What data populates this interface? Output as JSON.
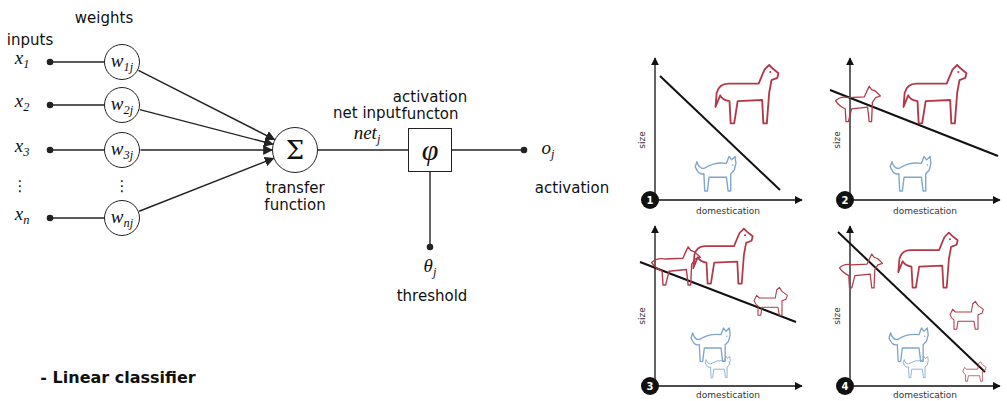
{
  "diagram": {
    "nodes": [
      {
        "text": [
          "w1j"
        ]
      },
      {
        "text": [
          "w2j"
        ]
      },
      {
        "text": [
          "w3j"
        ]
      },
      {
        "text": [
          "wnj"
        ]
      },
      {
        "text": [
          "Σ",
          "transfer function"
        ]
      },
      {
        "text": [
          "activation functon",
          "φ"
        ]
      }
    ],
    "edges": [
      {
        "from": 0,
        "to": 4,
        "arrow": "to"
      },
      {
        "from": 1,
        "to": 4,
        "arrow": "to"
      },
      {
        "from": 2,
        "to": 4,
        "arrow": "to"
      },
      {
        "from": 3,
        "to": 4,
        "arrow": "to"
      },
      {
        "from": 4,
        "to": 5,
        "label": "net input netj",
        "arrow": "none"
      }
    ],
    "labels": [
      "inputs",
      "weights",
      "x1",
      "x2",
      "x3",
      "⋮",
      "xn",
      "⋮",
      "oj",
      "activation",
      "θj",
      "threshold",
      "- Linear classifier",
      "size",
      "domestication",
      "1",
      "size",
      "domestication",
      "2",
      "size",
      "domestication",
      "3",
      "size",
      "domestication",
      "4"
    ]
  }
}
